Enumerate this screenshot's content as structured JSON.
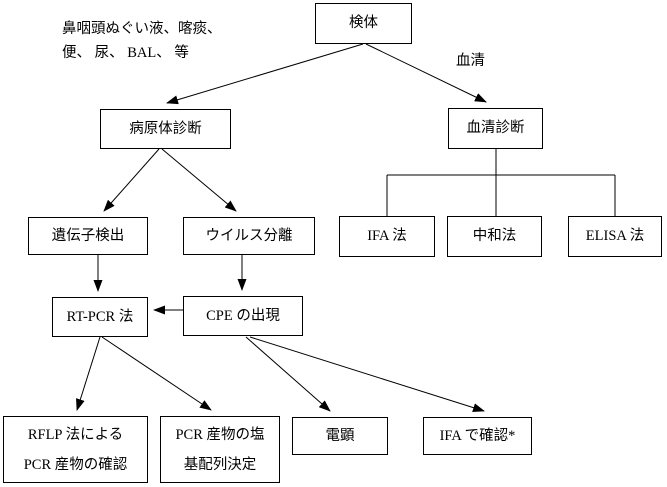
{
  "diagram": {
    "nodes": {
      "specimen": "検体",
      "pathogen_diagnosis": "病原体診断",
      "serum_diagnosis": "血清診断",
      "gene_detection": "遺伝子検出",
      "virus_isolation": "ウイルス分離",
      "ifa_method": "IFA 法",
      "neutralization_method": "中和法",
      "elisa_method": "ELISA 法",
      "rt_pcr_method": "RT-PCR 法",
      "cpe_appearance": "CPE の出現",
      "rflp_confirmation_line1": "RFLP 法による",
      "rflp_confirmation_line2": "PCR 産物の確認",
      "pcr_sequencing_line1": "PCR 産物の塩",
      "pcr_sequencing_line2": "基配列決定",
      "electron_microscopy": "電顕",
      "ifa_confirmation": "IFA で確認*"
    },
    "edge_labels": {
      "specimen_types_line1": "鼻咽頭ぬぐい液、喀痰、",
      "specimen_types_line2": "便、 尿、 BAL、 等",
      "serum": "血清"
    },
    "colors": {
      "line": "#000000",
      "box_border": "#000000",
      "box_fill": "#ffffff",
      "background": "#ffffff",
      "text": "#000000"
    }
  }
}
